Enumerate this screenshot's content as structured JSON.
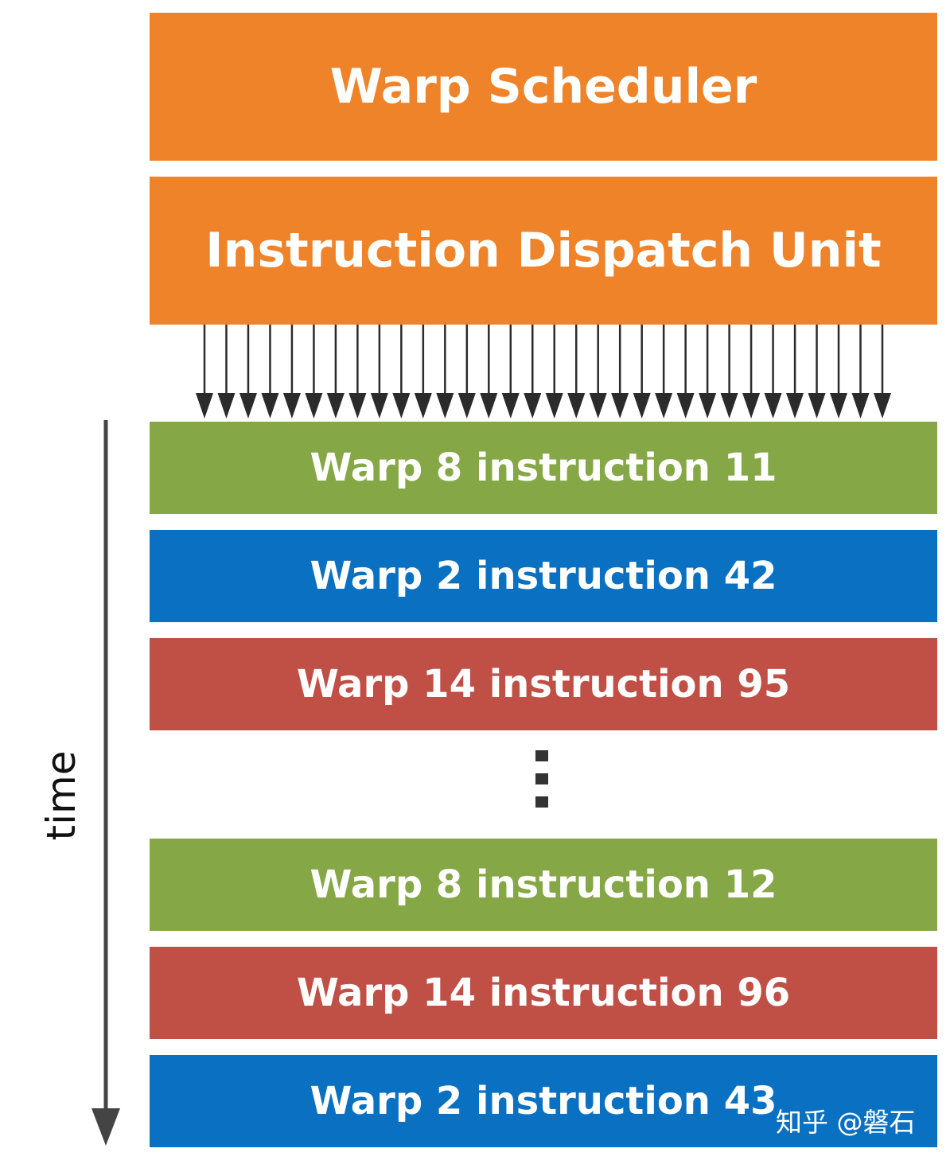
{
  "blocks": {
    "scheduler": {
      "label": "Warp Scheduler",
      "color": "#ef832a"
    },
    "dispatch": {
      "label": "Instruction Dispatch Unit",
      "color": "#ef832a"
    }
  },
  "rows": [
    {
      "label": "Warp 8 instruction 11",
      "color": "#86a746"
    },
    {
      "label": "Warp 2 instruction 42",
      "color": "#0a70c2"
    },
    {
      "label": "Warp 14 instruction 95",
      "color": "#c05046"
    },
    {
      "label": "Warp 8 instruction 12",
      "color": "#86a746"
    },
    {
      "label": "Warp 14 instruction 96",
      "color": "#c05046"
    },
    {
      "label": "Warp 2 instruction 43",
      "color": "#0a70c2"
    }
  ],
  "axis": {
    "label": "time",
    "icon": "down-arrow-icon"
  },
  "dispatch_arrows": {
    "count": 32
  },
  "watermark": {
    "text": "知乎 @磐石"
  }
}
